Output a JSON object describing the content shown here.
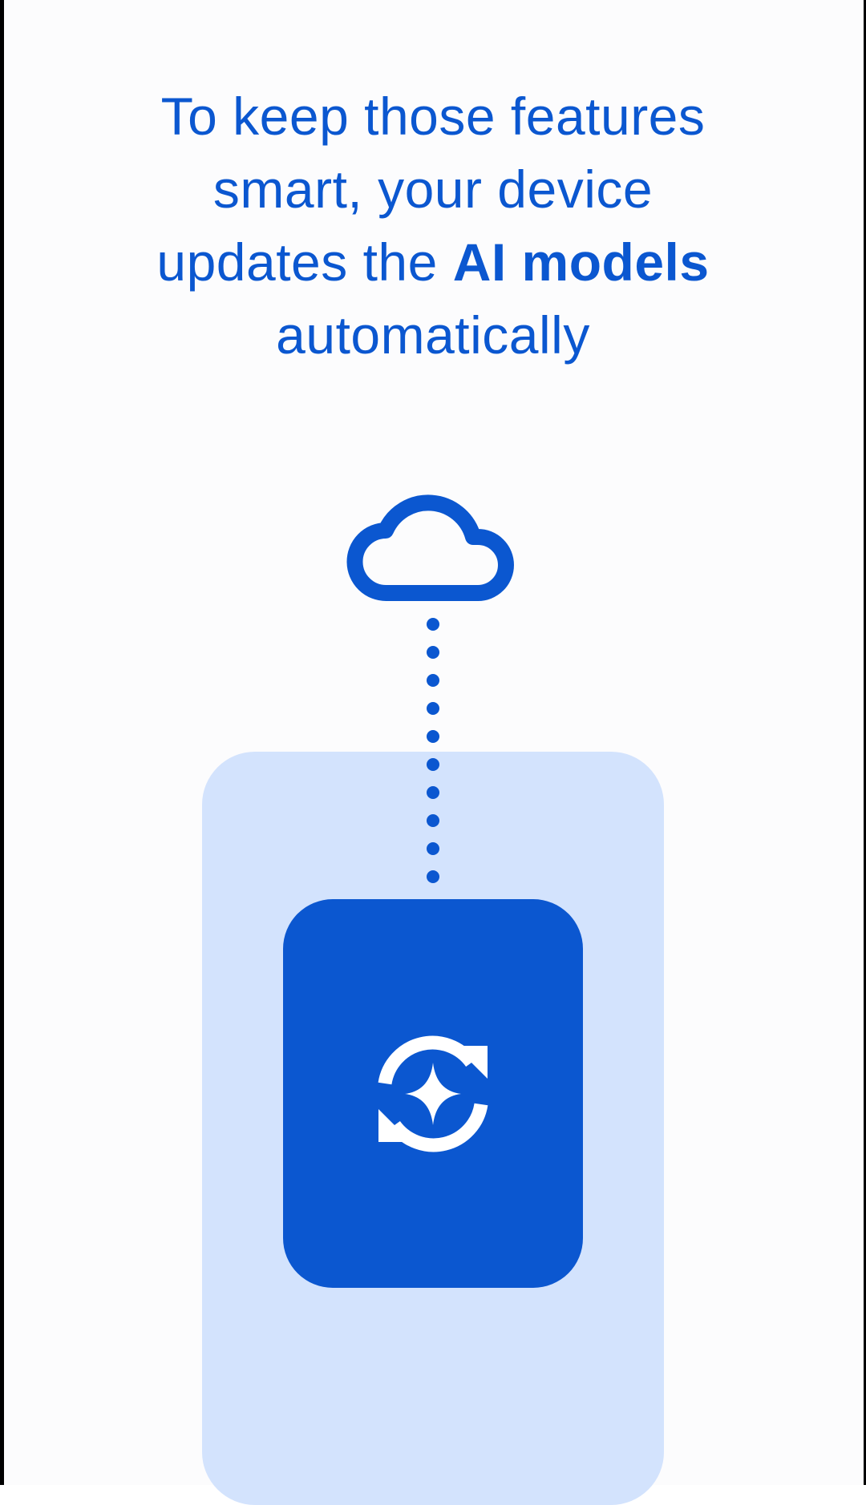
{
  "headline": {
    "line1": "To keep those features",
    "line2": "smart, your device",
    "line3_prefix": "updates the ",
    "line3_strong": "AI models",
    "line4": "automatically"
  },
  "illustration": {
    "top_icon": "cloud-icon",
    "connector": "dotted-line",
    "device_icon": "ai-sync-icon"
  },
  "colors": {
    "primary": "#0b57d0",
    "panel": "#d3e3fd",
    "background": "#fcfcfd"
  }
}
